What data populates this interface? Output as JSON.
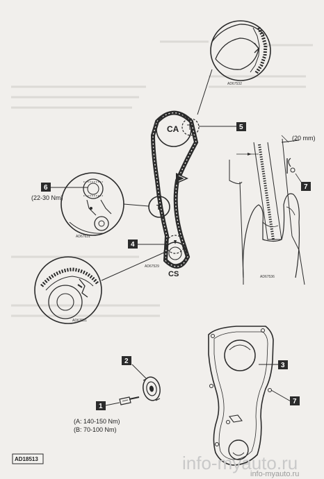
{
  "labels": {
    "pulley_camshaft": "CA",
    "pulley_crankshaft": "CS",
    "pulley_tensioner": "T",
    "gap": "(20 mm)",
    "torque_tensioner": "(22-30 Nm)",
    "torque_a": "(A: 140-150 Nm)",
    "torque_b": "(B: 70-100 Nm)",
    "figure_id": "AD18513"
  },
  "callouts": [
    "1",
    "2",
    "3",
    "4",
    "5",
    "6",
    "7"
  ],
  "detail_ids": {
    "top": "AD67532",
    "left_tensioner": "AD67631",
    "crank_mark": "AD67529",
    "lower_left": "AD67631",
    "hand": "AD67536"
  },
  "watermark": {
    "big": "info-myauto.ru",
    "small": "info-myauto.ru"
  }
}
